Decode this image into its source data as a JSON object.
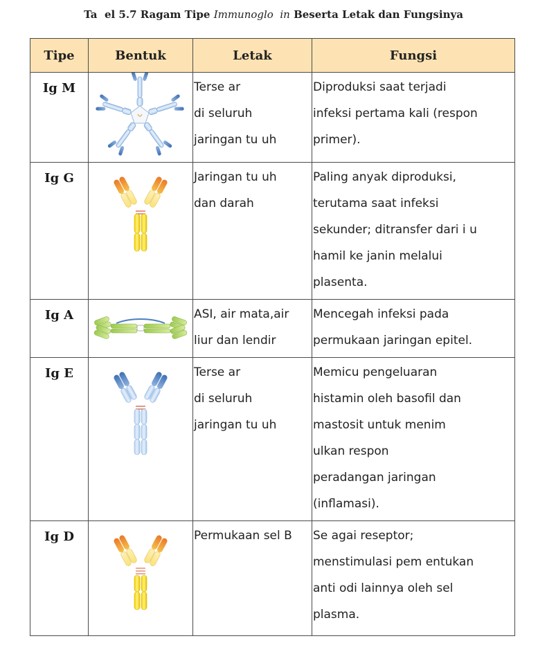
{
  "caption": {
    "prefix": "Ta  el 5.7 Ragam Tipe ",
    "italic": "Immunoglo  in",
    "suffix": " Beserta Letak dan Fungsinya"
  },
  "table": {
    "headers": [
      "Tipe",
      "Bentuk",
      "Letak",
      "Fungsi"
    ],
    "header_bg": "#fde3b3",
    "rows": [
      {
        "type": "Ig M",
        "shape_icon": "igm-pentamer-icon",
        "letak": "Terse  ar\ndi seluruh\njaringan tu  uh",
        "fungsi": "Diproduksi saat terjadi\ninfeksi pertama kali (respon\nprimer)."
      },
      {
        "type": "Ig G",
        "shape_icon": "igg-antibody-icon",
        "letak": "Jaringan tu  uh\ndan darah",
        "fungsi": "Paling   anyak diproduksi,\nterutama saat infeksi\nsekunder; ditransfer dari i  u\nhamil ke janin melalui\nplasenta."
      },
      {
        "type": "Ig A",
        "shape_icon": "iga-dimer-icon",
        "letak": "ASI, air mata,air\nliur dan lendir",
        "fungsi": "Mencegah infeksi pada\npermukaan jaringan epitel."
      },
      {
        "type": "Ig E",
        "shape_icon": "ige-antibody-icon",
        "letak": "Terse  ar\ndi seluruh\njaringan tu  uh",
        "fungsi": "Memicu pengeluaran\nhistamin oleh basofil dan\nmastosit untuk menim\nulkan respon\nperadangan jaringan\n(inflamasi)."
      },
      {
        "type": "Ig D",
        "shape_icon": "igd-antibody-icon",
        "letak": "Permukaan sel B",
        "fungsi": "Se  agai reseptor;\nmenstimulasi pem  entukan\nanti  odi lainnya oleh sel\nplasma."
      }
    ]
  }
}
